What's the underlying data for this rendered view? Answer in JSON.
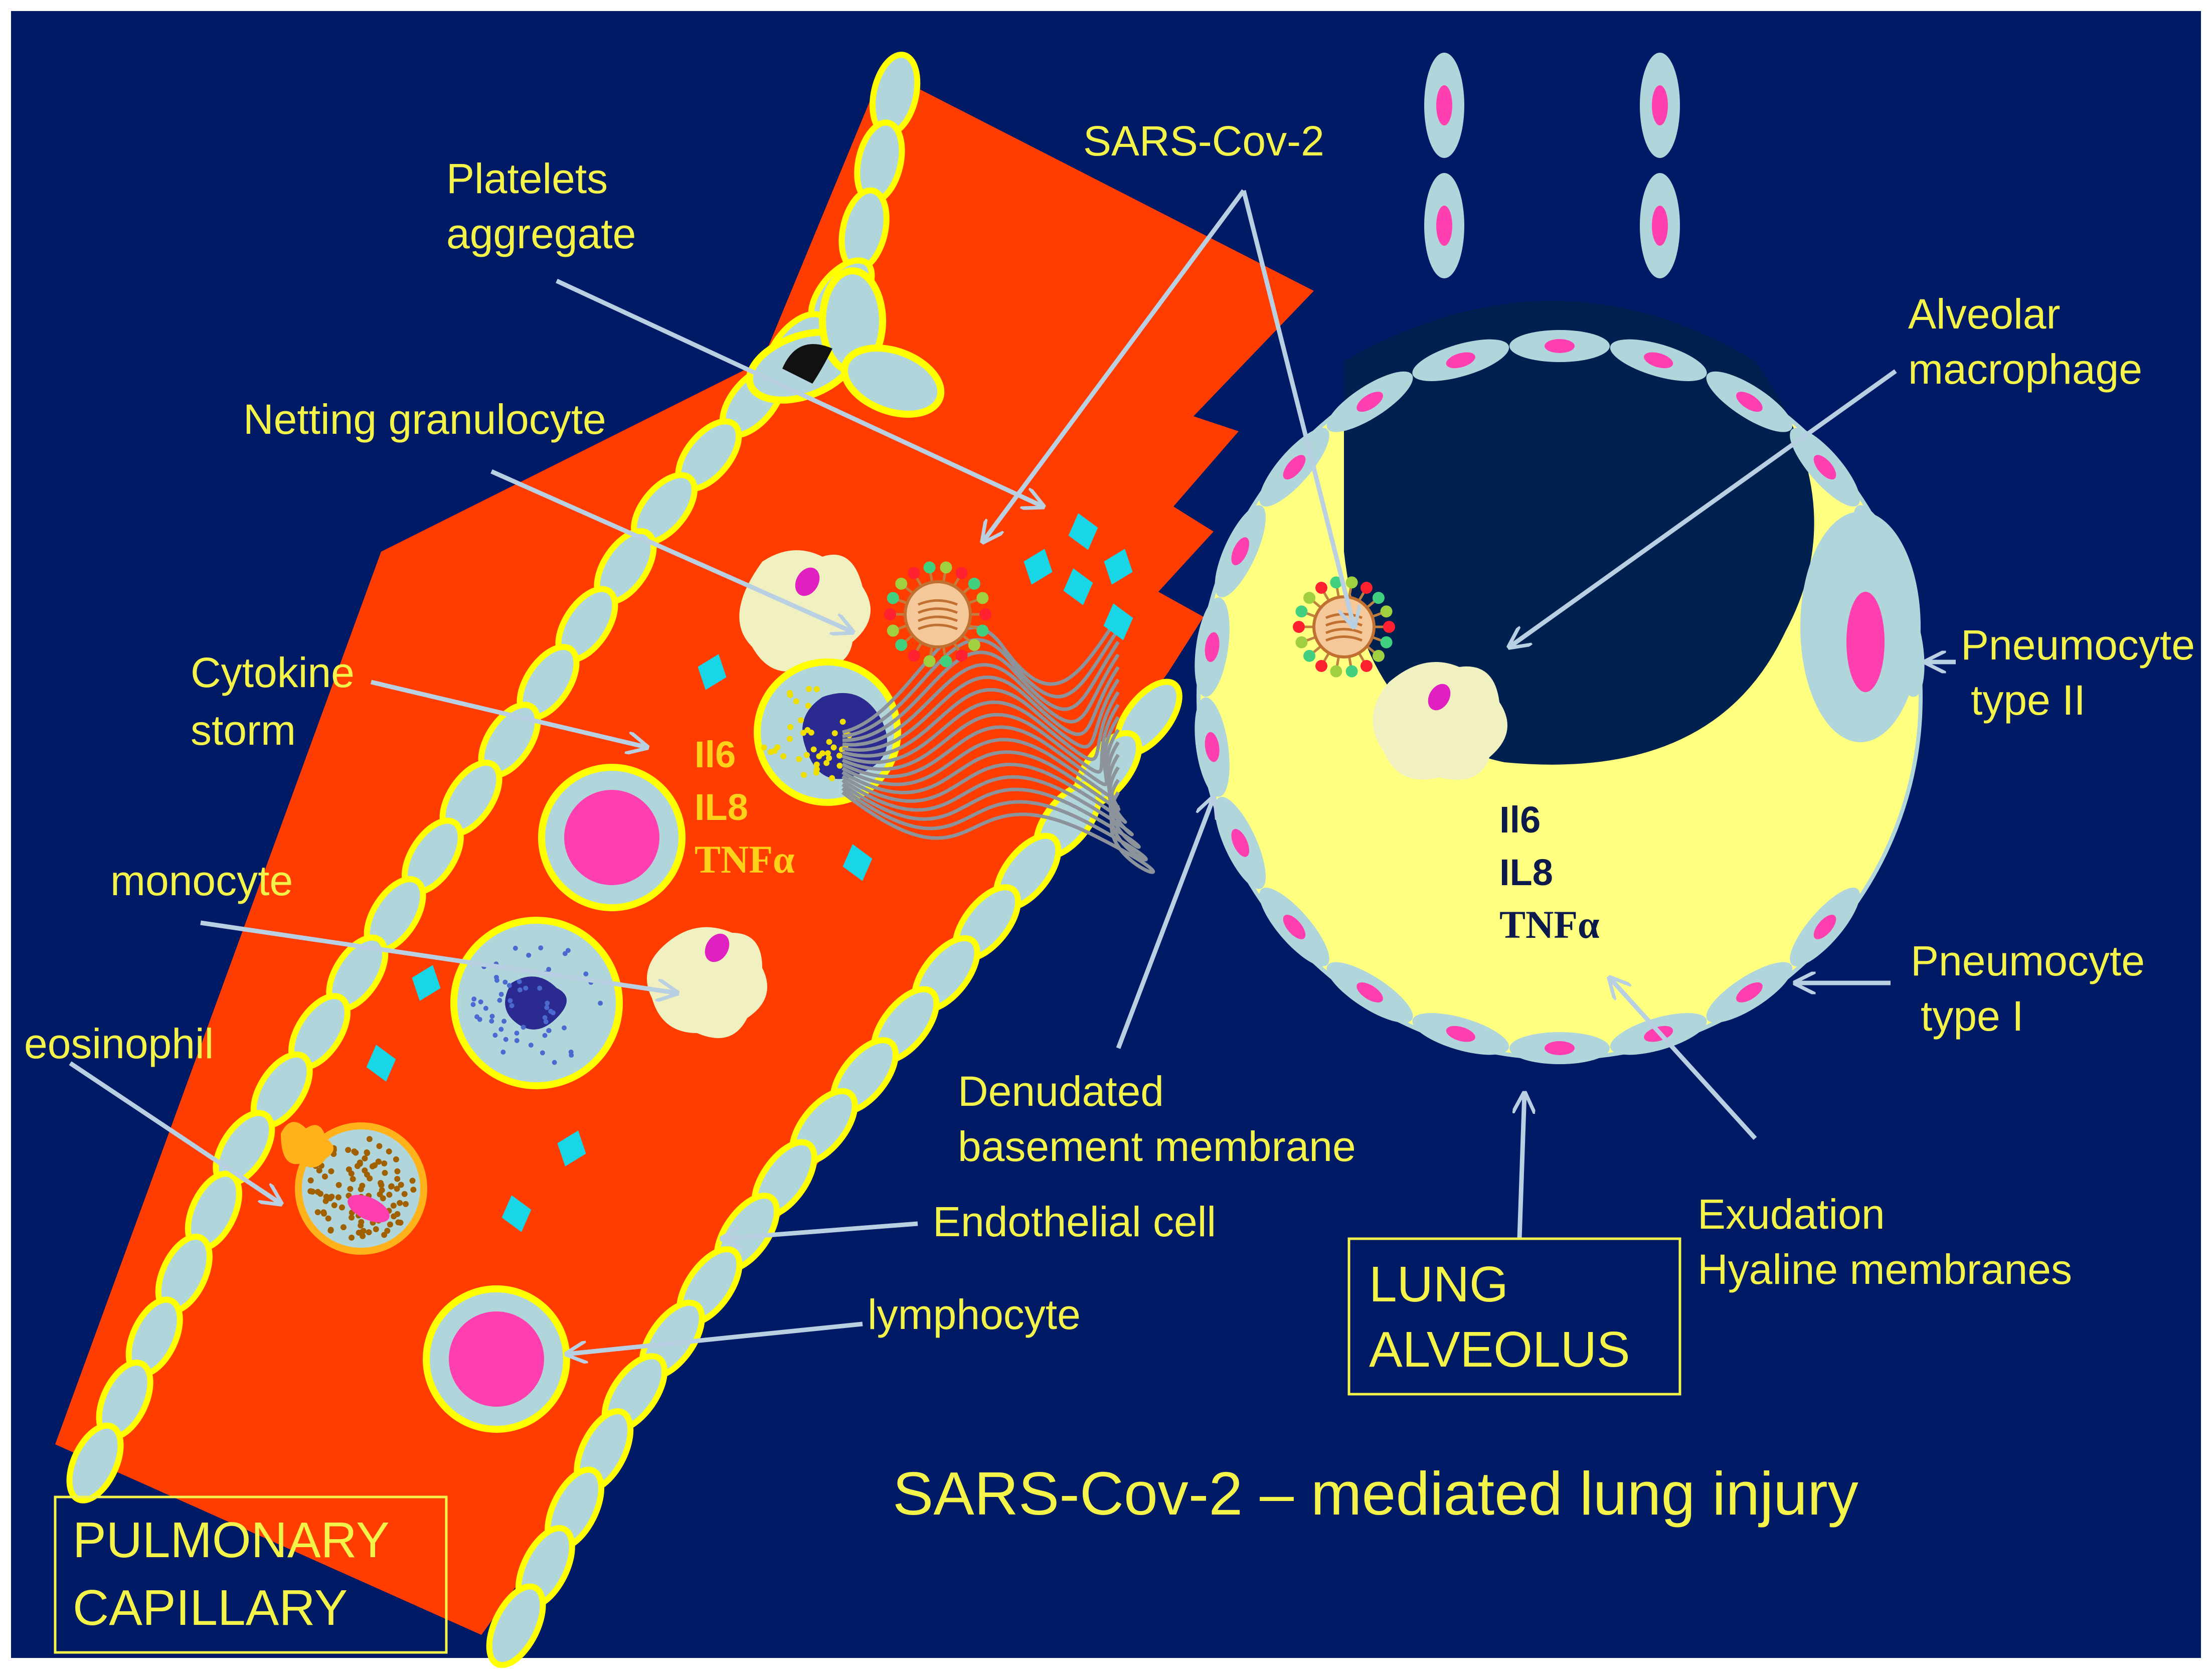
{
  "colors": {
    "background": "#001a66",
    "capillary": "#ff3d00",
    "alveolus": "#ffff80",
    "alveolus_lumen": "#002050",
    "cell": "#b0d6dc",
    "outline": "#ffff00",
    "nucleus_pink": "#ff3fb0",
    "text": "#f3f34a",
    "arrow": "#b9cfe2"
  },
  "labels": {
    "sars_cov_2": "SARS-Cov-2",
    "platelets_line1": "Platelets",
    "platelets_line2": "aggregate",
    "netting_granulocyte": "Netting granulocyte",
    "alveolar_line1": "Alveolar",
    "alveolar_line2": "macrophage",
    "cytokine_line1": "Cytokine",
    "cytokine_line2": "storm",
    "pneumo2_line1": "Pneumocyte",
    "pneumo2_line2": "type II",
    "monocyte": "monocyte",
    "eosinophil": "eosinophil",
    "pneumo1_line1": "Pneumocyte",
    "pneumo1_line2": "type I",
    "denuded_line1": "Denudated",
    "denuded_line2": "basement membrane",
    "endothelial": "Endothelial cell",
    "exudation_line1": "Exudation",
    "exudation_line2": "Hyaline membranes",
    "lymphocyte": "lymphocyte",
    "title": "SARS-Cov-2 – mediated lung injury"
  },
  "cytokines_capillary": {
    "a": "Il6",
    "b": "IL8",
    "c": "TNFα"
  },
  "cytokines_alveolus": {
    "a": "Il6",
    "b": "IL8",
    "c": "TNFα"
  },
  "boxes": {
    "lung_line1": "LUNG",
    "lung_line2": "ALVEOLUS",
    "pulm_line1": "PULMONARY",
    "pulm_line2": "CAPILLARY"
  }
}
